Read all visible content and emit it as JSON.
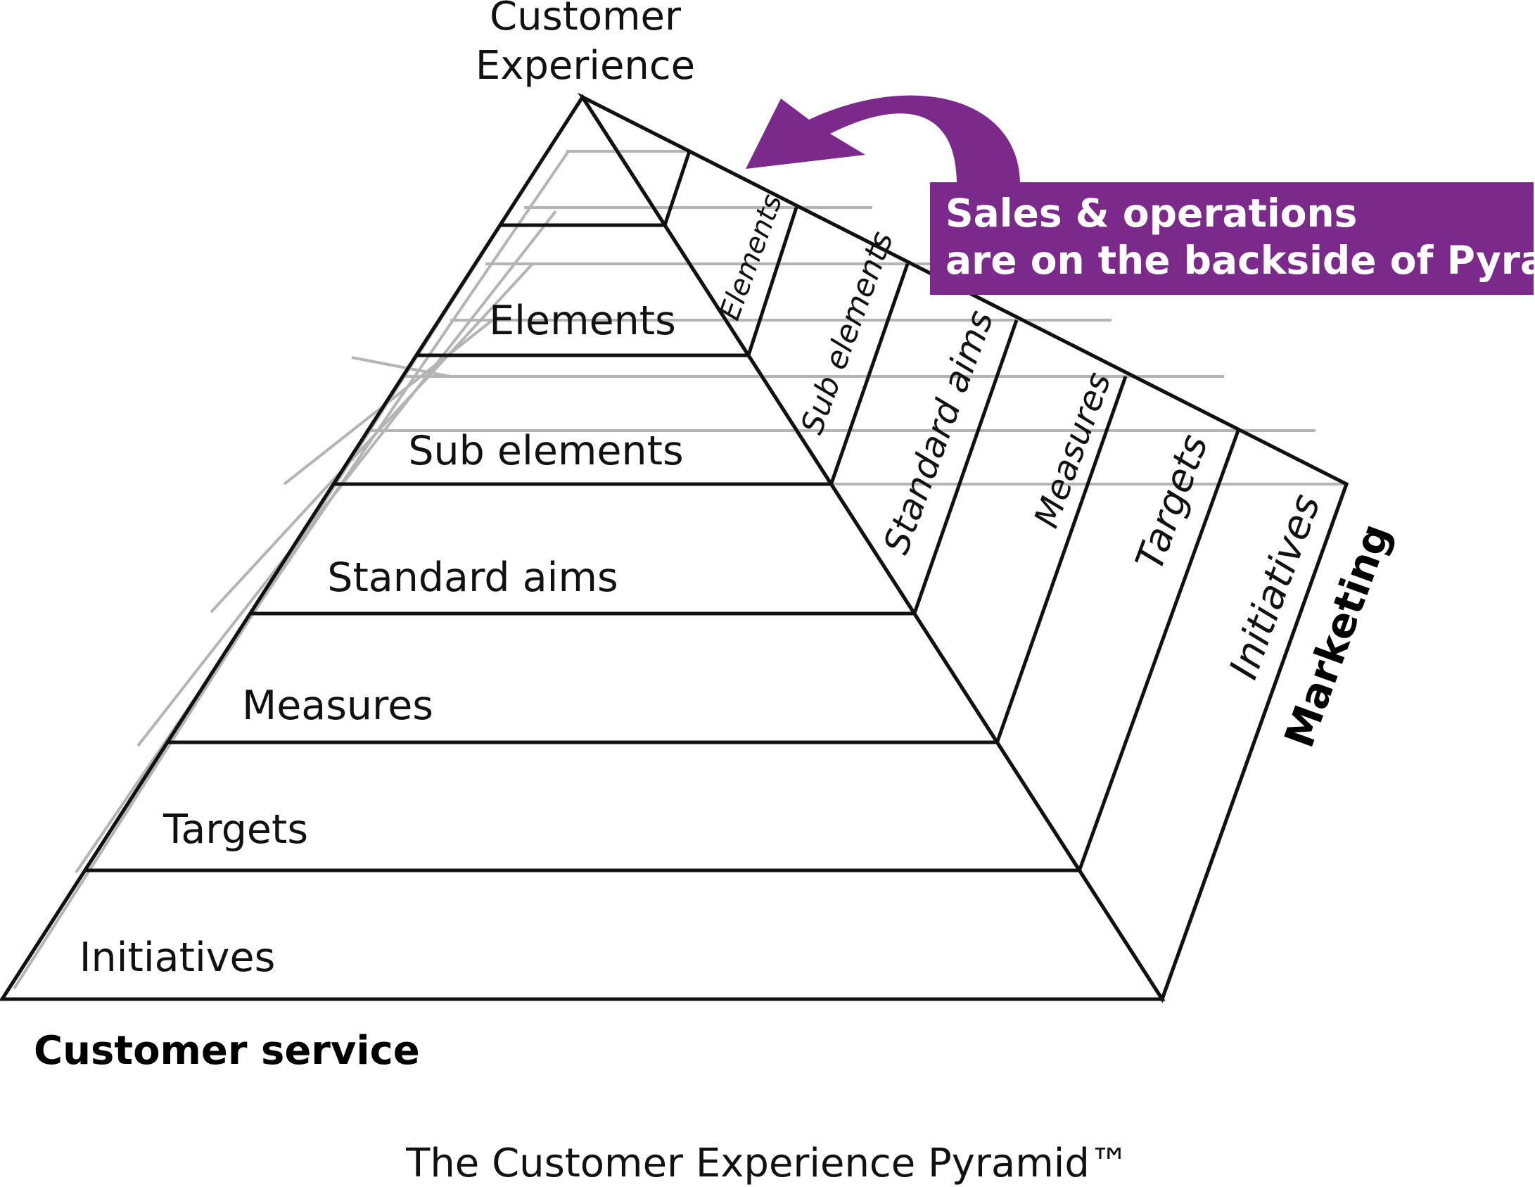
{
  "apex_label": [
    "Customer",
    "Experience"
  ],
  "front_face": {
    "color": "#FBAF00",
    "tiers": [
      "Elements",
      "Sub elements",
      "Standard aims",
      "Measures",
      "Targets",
      "Initiatives"
    ]
  },
  "side_face": {
    "color": "#FF7200",
    "tiers": [
      "Elements",
      "Sub elements",
      "Standard aims",
      "Measures",
      "Targets",
      "Initiatives"
    ]
  },
  "corner_labels": {
    "bottom_left": "Customer service",
    "right_side": "Marketing"
  },
  "callout": {
    "color": "#7B2A8C",
    "lines": [
      "Sales & operations",
      "are on the backside of Pyramid"
    ]
  },
  "caption": "The Customer Experience Pyramid™"
}
